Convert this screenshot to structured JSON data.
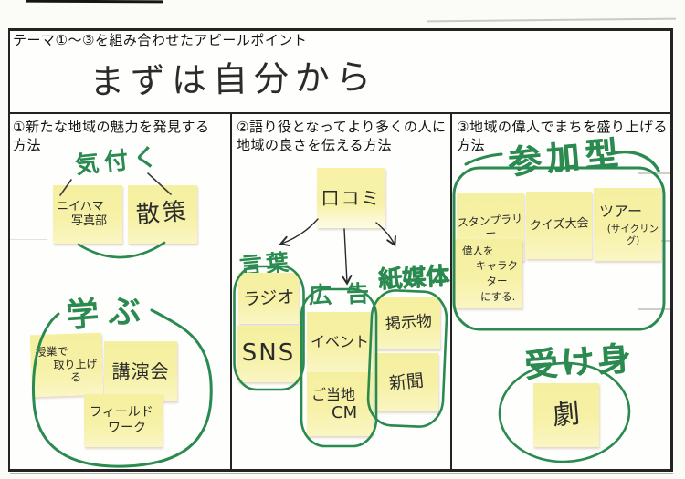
{
  "header": {
    "title": "テーマ①～③を組み合わせたアピールポイント",
    "slogan": "まずは自分から"
  },
  "colors": {
    "pen_green": "#2a8a50",
    "pen_black": "#2b2b2b",
    "sticky_yellow": "#f6f0a2",
    "border_dark": "#232323"
  },
  "columns": [
    {
      "title": "①新たな地域の魅力を発見する方法",
      "groups": [
        {
          "label": "気付く",
          "notes": [
            {
              "lines": [
                "ニイハマ",
                "写真部"
              ]
            },
            {
              "lines": [
                "散策"
              ]
            }
          ]
        },
        {
          "label": "学ぶ",
          "notes": [
            {
              "lines": [
                "授業で",
                "取り上げる"
              ]
            },
            {
              "lines": [
                "講演会"
              ]
            },
            {
              "lines": [
                "フィールド",
                "ワーク"
              ]
            }
          ]
        }
      ]
    },
    {
      "title": "②語り役となってより多くの人に地域の良さを伝える方法",
      "root_note": {
        "lines": [
          "口コミ"
        ]
      },
      "groups": [
        {
          "label": "言葉",
          "notes": [
            {
              "lines": [
                "ラジオ"
              ]
            },
            {
              "lines": [
                "SNS"
              ]
            }
          ]
        },
        {
          "label": "広告",
          "notes": [
            {
              "lines": [
                "イベント"
              ]
            },
            {
              "lines": [
                "ご当地",
                "CM"
              ]
            }
          ]
        },
        {
          "label": "紙媒体",
          "notes": [
            {
              "lines": [
                "掲示物"
              ]
            },
            {
              "lines": [
                "新聞"
              ]
            }
          ]
        }
      ]
    },
    {
      "title": "③地域の偉人でまちを盛り上げる方法",
      "groups": [
        {
          "label": "参加型",
          "notes": [
            {
              "lines": [
                "スタンプラリー"
              ]
            },
            {
              "lines": [
                "クイズ大会"
              ]
            },
            {
              "lines": [
                "ツアー",
                "(サイクリング)"
              ]
            },
            {
              "lines": [
                "偉人を",
                "キャラクター",
                "にする."
              ]
            }
          ]
        },
        {
          "label": "受け身",
          "notes": [
            {
              "lines": [
                "劇"
              ]
            }
          ]
        }
      ]
    }
  ]
}
